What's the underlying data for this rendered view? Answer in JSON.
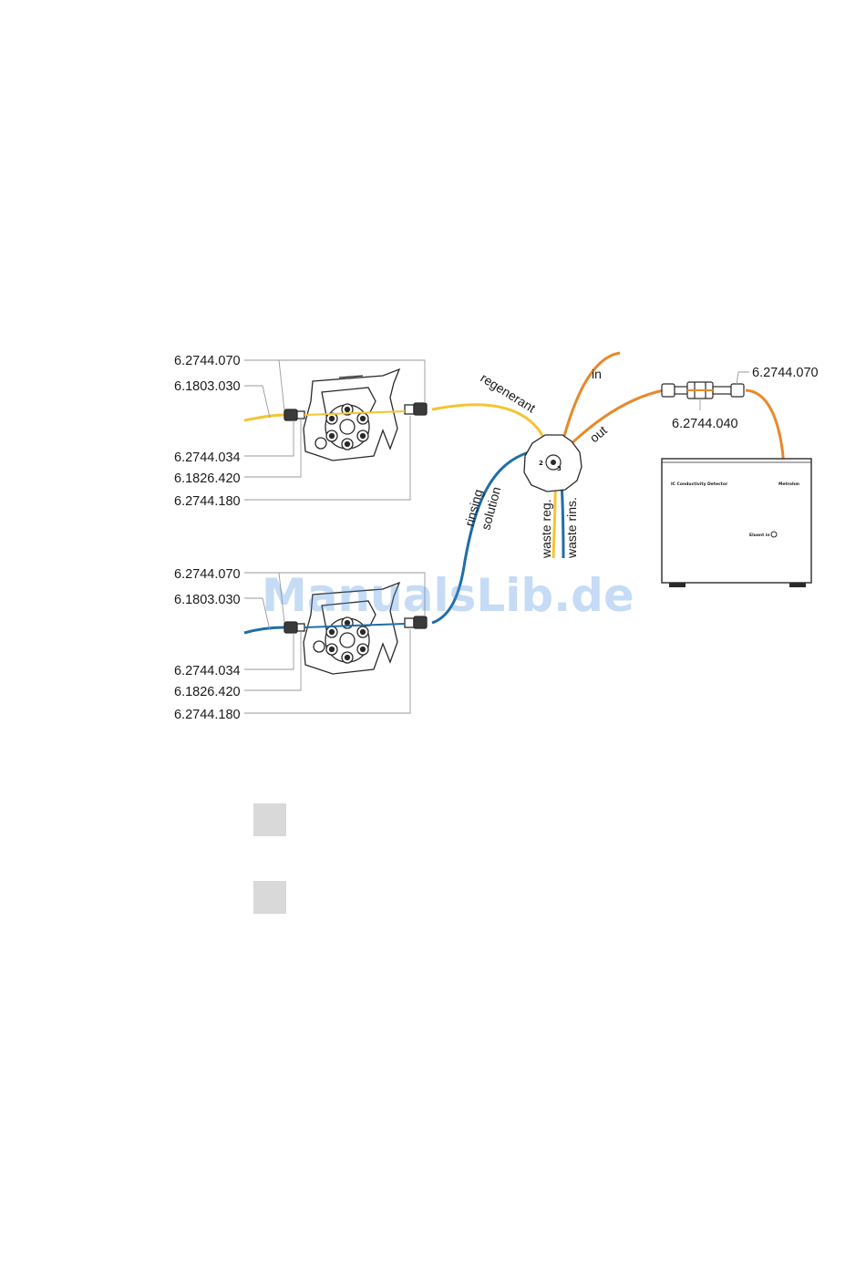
{
  "pump_top": {
    "labels": [
      "6.2744.070",
      "6.1803.030",
      "6.2744.034",
      "6.1826.420",
      "6.2744.180"
    ]
  },
  "pump_bottom": {
    "labels": [
      "6.2744.070",
      "6.1803.030",
      "6.2744.034",
      "6.1826.420",
      "6.2744.180"
    ]
  },
  "flow_labels": {
    "regenerant": "regenerant",
    "rinsing": "rinsing",
    "solution": "solution",
    "waste_reg": "waste reg.",
    "waste_rins": "waste rins.",
    "in": "in",
    "out": "out"
  },
  "suppressor": {
    "port_2": "2",
    "port_3": "3"
  },
  "coupling": {
    "label_top": "6.2744.070",
    "label_bottom": "6.2744.040"
  },
  "detector": {
    "name": "IC Conductivity Detector",
    "brand": "Metrohm",
    "inlet": "Eluent in"
  },
  "watermark": "ManualsLib.de",
  "colors": {
    "regenerant_tube": "#f5c430",
    "rinsing_tube": "#1f6ea8",
    "eluent_tube": "#e8882a",
    "line_art": "#2a2a2a",
    "leader_lines": "#9a9a9a",
    "step_box": "#d9d9d9"
  }
}
